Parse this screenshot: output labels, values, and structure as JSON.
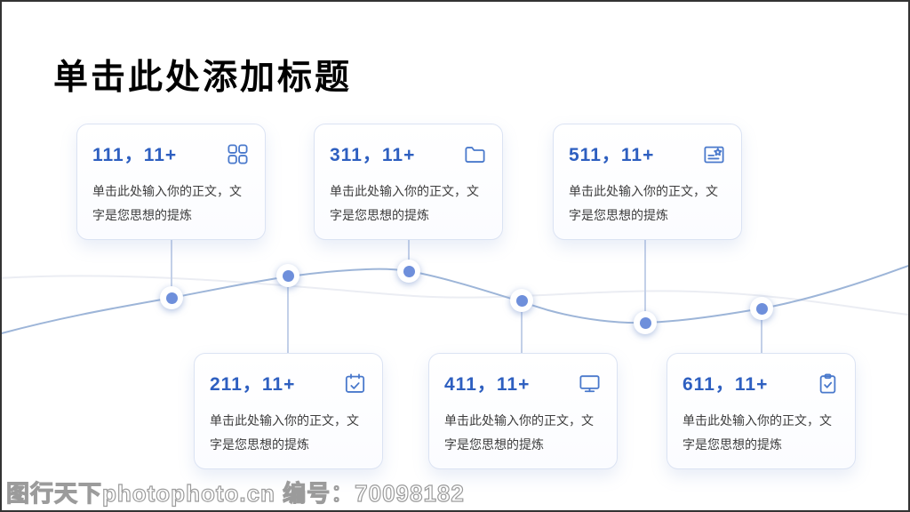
{
  "page": {
    "title": "单击此处添加标题"
  },
  "cards": [
    {
      "number": "111，11+",
      "icon": "grid-icon",
      "body": "单击此处输入你的正文，文字是您思想的提炼"
    },
    {
      "number": "311，11+",
      "icon": "folder-icon",
      "body": "单击此处输入你的正文，文字是您思想的提炼"
    },
    {
      "number": "511，11+",
      "icon": "certificate-icon",
      "body": "单击此处输入你的正文，文字是您思想的提炼"
    },
    {
      "number": "211，11+",
      "icon": "calendar-check-icon",
      "body": "单击此处输入你的正文，文字是您思想的提炼"
    },
    {
      "number": "411，11+",
      "icon": "monitor-icon",
      "body": "单击此处输入你的正文，文字是您思想的提炼"
    },
    {
      "number": "611，11+",
      "icon": "clipboard-check-icon",
      "body": "单击此处输入你的正文，文字是您思想的提炼"
    }
  ],
  "watermark": "图行天下photophoto.cn 编号：70098182",
  "colors": {
    "title_text": "#000000",
    "card_number": "#2e5fc0",
    "icon_stroke": "#4a79cc",
    "dot_fill": "#6e8fdb",
    "wave_main": "#9db5d8",
    "wave_light": "#ebedf3",
    "card_border": "#dbe3f3",
    "body_text": "#3d3d3d"
  }
}
